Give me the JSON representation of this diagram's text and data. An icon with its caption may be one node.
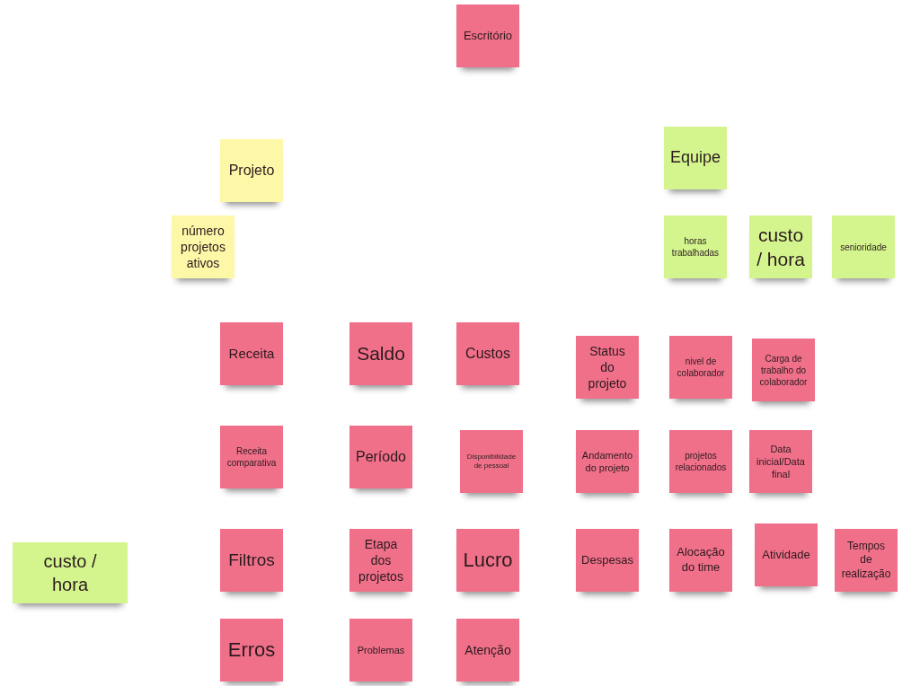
{
  "diagram": {
    "nodes": [
      {
        "text": [
          "Escritório"
        ]
      },
      {
        "text": [
          "Projeto"
        ]
      },
      {
        "text": [
          "Equipe"
        ]
      },
      {
        "text": [
          "número projetos ativos"
        ]
      },
      {
        "text": [
          "horas trabalhadas"
        ]
      },
      {
        "text": [
          "custo / hora"
        ]
      },
      {
        "text": [
          "senioridade"
        ]
      },
      {
        "text": [
          "Receita"
        ]
      },
      {
        "text": [
          "Saldo"
        ]
      },
      {
        "text": [
          "Custos"
        ]
      },
      {
        "text": [
          "Status do projeto"
        ]
      },
      {
        "text": [
          "nivel de colaborador"
        ]
      },
      {
        "text": [
          "Carga de trabalho do colaborador"
        ]
      },
      {
        "text": [
          "Receita comparativa"
        ]
      },
      {
        "text": [
          "Período"
        ]
      },
      {
        "text": [
          "Disponibilidade de pessoal"
        ]
      },
      {
        "text": [
          "Andamento do projeto"
        ]
      },
      {
        "text": [
          "projetos relacionados"
        ]
      },
      {
        "text": [
          "Data inicial/Data final"
        ]
      },
      {
        "text": [
          "custo / hora"
        ]
      },
      {
        "text": [
          "Filtros"
        ]
      },
      {
        "text": [
          "Etapa dos projetos"
        ]
      },
      {
        "text": [
          "Lucro"
        ]
      },
      {
        "text": [
          "Despesas"
        ]
      },
      {
        "text": [
          "Alocação do time"
        ]
      },
      {
        "text": [
          "Atividade"
        ]
      },
      {
        "text": [
          "Tempos de realização"
        ]
      },
      {
        "text": [
          "Erros"
        ]
      },
      {
        "text": [
          "Problemas"
        ]
      },
      {
        "text": [
          "Atenção"
        ]
      }
    ]
  }
}
